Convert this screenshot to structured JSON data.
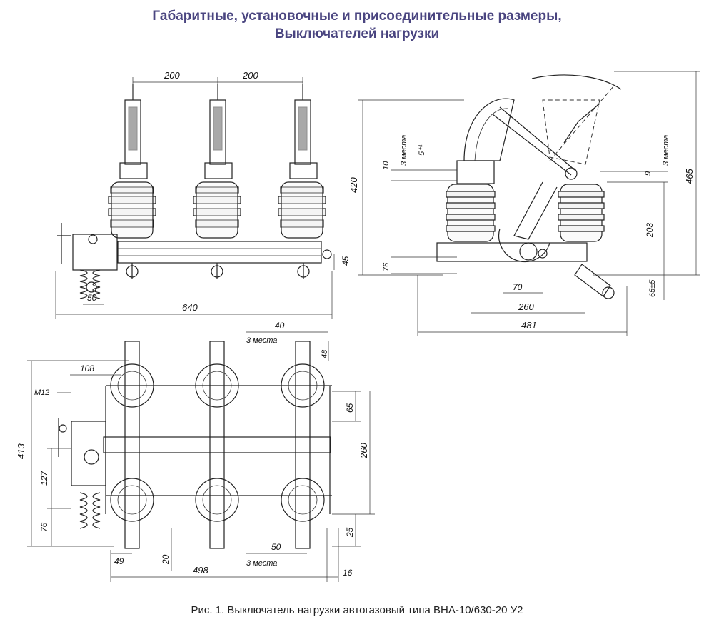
{
  "header": {
    "title_line1": "Габаритные, установочные и присоединительные размеры,",
    "title_line2": "Выключателей нагрузки"
  },
  "caption": "Рис. 1. Выключатель нагрузки автогазовый типа ВНА-10/630-20 У2",
  "front_view": {
    "dims": {
      "pitch_1": "200",
      "pitch_2": "200",
      "total_width": "640",
      "left_offset": "50",
      "base_height": "45"
    }
  },
  "side_view": {
    "dims": {
      "height_420": "420",
      "top_10": "10",
      "qty_left": "3 места",
      "hole_5": "5⁺¹",
      "bottom_76": "76",
      "top_9": "9",
      "qty_right": "3 места",
      "height_465": "465",
      "mid_203": "203",
      "low_65": "65±5",
      "w_70": "70",
      "w_260": "260",
      "w_481": "481"
    }
  },
  "plan_view": {
    "dims": {
      "top_40": "40",
      "qty_top": "3 места",
      "w_48": "48",
      "w_108": "108",
      "thread_m12": "M12",
      "h_413": "413",
      "h_127": "127",
      "h_76": "76",
      "h_65": "65",
      "h_260": "260",
      "h_25": "25",
      "w_49": "49",
      "w_20": "20",
      "w_50": "50",
      "qty_bottom": "3 места",
      "w_498": "498",
      "w_16": "16"
    }
  }
}
